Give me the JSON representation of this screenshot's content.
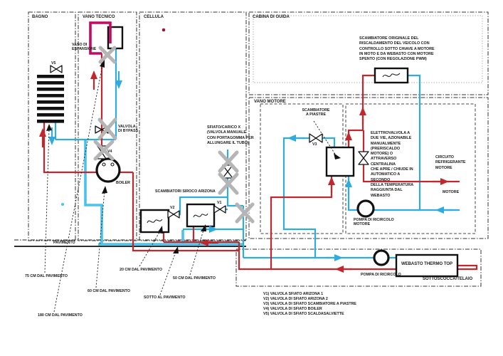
{
  "colors": {
    "hot": "#c1272d",
    "cold": "#2fabdf",
    "cold_bright": "#49c2ee",
    "expansion": "#c40a62",
    "marker": "#b5b5b5"
  },
  "rooms": {
    "bagno": "BAGNO",
    "vano_tecnico": "VANO TECNICO",
    "cellula": "CELLULA",
    "cabina_di_guida": "CABINA DI GUIDA",
    "vano_motore": "VANO MOTORE",
    "sottoscocca": "SOTTOSCOCCA/TELAIO"
  },
  "components": {
    "vaso_espansione": "VASO DI\nESPANSIONE",
    "valvola_bypass": "VALVOLA\nDI BYPASS",
    "boiler": "BOILER",
    "scambiatori_siroco": "SCAMBIATORI SIROCO ARIZONA",
    "scambiatore_piastre": "SCAMBIATORE\nA PIASTRE",
    "webasto": "WEBASTO THERMO TOP",
    "pompa_ricircolo_motore": "POMPA DI RICIRCOLO\nMOTORE",
    "pompa_ricircolo": "POMPA DI RICIRCOLO",
    "motore": "MOTORE",
    "circuito_refrigerante": "CIRCUITO\nREFRIGERANTE\nMOTORE"
  },
  "valve_tags": {
    "v1": "V1",
    "v2": "V2",
    "v3": "V3",
    "v4": "V4",
    "v5": "V5"
  },
  "notes": {
    "cabina_scambiatore": "SCAMBIATORE ORIGINALE DEL\nRISCALDAMENTO DEL VEICOLO CON\nCONTROLLO SOTTO CHIAVE A MOTORE\nIN MOTO E DA WEBASTO CON MOTORE\nSPENTO (CON REGOLAZIONE PWM)",
    "sfiato_carico": "SFIATO/CARICO X\n(VALVOLA MANUALE\nCON PORTAGOMMA PER\nALLUNGARE IL TUBO)",
    "elettrovalvola": "ELETTROVALVOLA A\nDUE VIE, AZIONABILE\nMANUALMENTE\n(PRERISCALDO MOTORE) O\nATTRAVERSO CENTRALINA\nCHE APRE / CHIUDE IN\nAUTOMATICO A SECONDO\nDELLA TEMPERATURA\nRAGGIUNTA DAL WEBASTO"
  },
  "floor": {
    "pavimento": "PAVIMENTO"
  },
  "measurements": {
    "cm75": "75 CM DAL PAVIMENTO",
    "cm20": "20 CM DAL PAVIMENTO",
    "cm60": "60 CM DAL PAVIMENTO",
    "cm50": "50 CM DAL PAVIMENTO",
    "sotto": "SOTTO AL PAVIMENTO",
    "cm180": "180 CM DAL PAVIMENTO"
  },
  "legend": [
    "V1) VALVOLA SFIATO ARIZONA 1",
    "V2) VALVOLA DI SFIATO ARIZONA 2",
    "V3) VALVOLA DI SFIATO SCAMBIATORE A PIASTRE",
    "V4) VALVOLA DI SFIATO BOILER",
    "V5) VALVOLA DI SFIATO SCALDASALVIETTE"
  ]
}
